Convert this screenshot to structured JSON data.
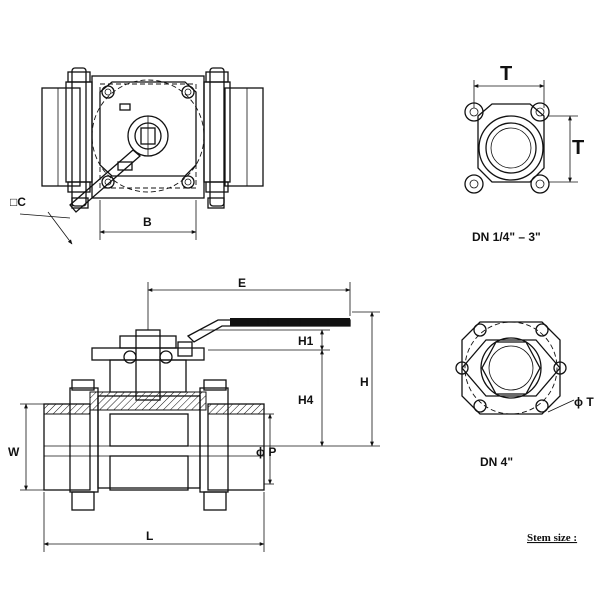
{
  "labels": {
    "c": "□C",
    "b": "B",
    "t_horizontal": "T",
    "t_vertical": "T",
    "dn_small": "DN 1/4\" – 3\"",
    "e": "E",
    "h1": "H1",
    "h4": "H4",
    "h": "H",
    "w": "W",
    "p": "ϕ P",
    "l": "L",
    "dn_large": "DN 4\"",
    "phi_t": "ϕ T",
    "stem_size": "Stem size :"
  }
}
